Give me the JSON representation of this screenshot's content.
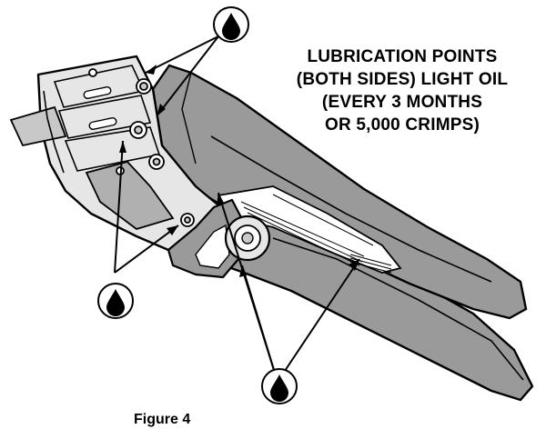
{
  "callout": {
    "lines": [
      "LUBRICATION POINTS",
      "(BOTH SIDES) LIGHT OIL",
      "(EVERY 3 MONTHS",
      "OR 5,000 CRIMPS)"
    ]
  },
  "caption": "Figure 4",
  "colors": {
    "ink": "#000000",
    "handle_gray": "#9a9a9a",
    "head_light": "#e6e6e6",
    "metal_mid": "#c8c8c8",
    "paper": "#ffffff"
  },
  "icons": {
    "oil_drop": "oil-drop-icon"
  }
}
